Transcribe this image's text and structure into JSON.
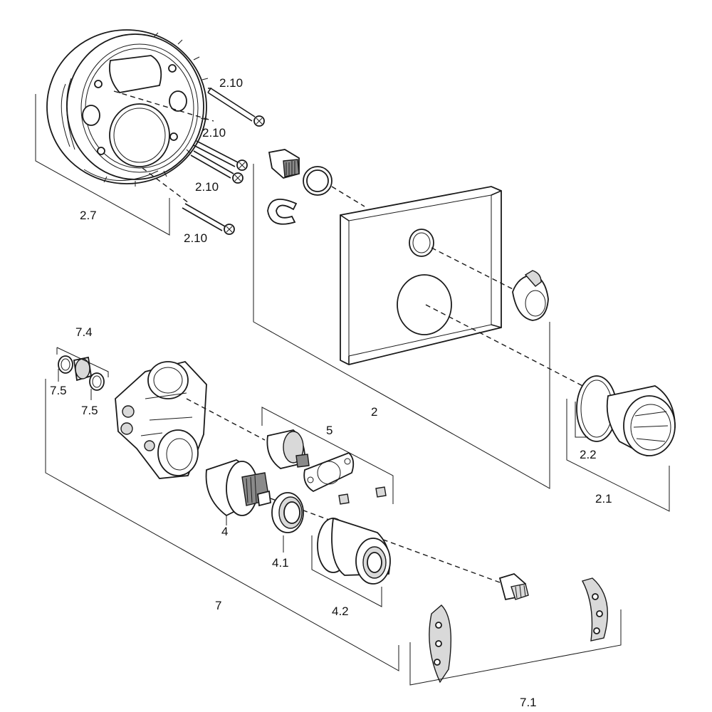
{
  "callouts": {
    "c_2_10_a": "2.10",
    "c_2_10_b": "2.10",
    "c_2_10_c": "2.10",
    "c_2_10_d": "2.10",
    "c_2_7": "2.7",
    "c_2": "2",
    "c_2_1": "2.1",
    "c_2_2": "2.2",
    "c_7_4": "7.4",
    "c_7_5_a": "7.5",
    "c_7_5_b": "7.5",
    "c_5": "5",
    "c_4": "4",
    "c_4_1": "4.1",
    "c_4_2": "4.2",
    "c_7": "7",
    "c_7_1": "7.1"
  },
  "colors": {
    "line": "#1a1a1a",
    "background": "#ffffff",
    "shade_light": "#d9d9d9",
    "shade_dark": "#8a8a8a"
  }
}
